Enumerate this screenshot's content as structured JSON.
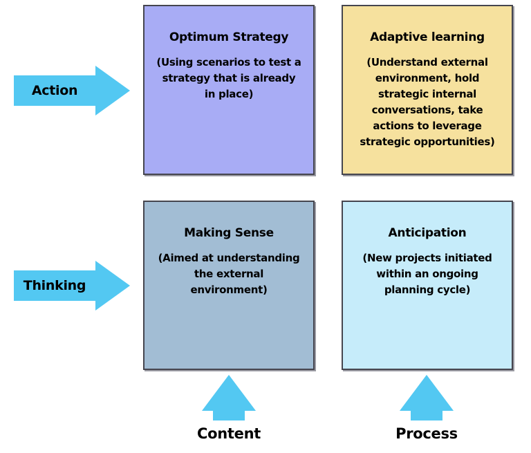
{
  "matrix": {
    "quadrants": [
      {
        "id": "optimum-strategy",
        "title": "Optimum Strategy",
        "description": "(Using scenarios to test a\nstrategy that is already\nin place)",
        "color": "#a8acf5",
        "row": "Action",
        "column": "Content"
      },
      {
        "id": "adaptive-learning",
        "title": "Adaptive learning",
        "description": "(Understand external\nenvironment, hold\nstrategic internal\nconversations, take\nactions to leverage\nstrategic opportunities)",
        "color": "#f6e19e",
        "row": "Action",
        "column": "Process"
      },
      {
        "id": "making-sense",
        "title": "Making Sense",
        "description": "(Aimed at understanding\nthe external\nenvironment)",
        "color": "#a2bdd4",
        "row": "Thinking",
        "column": "Content"
      },
      {
        "id": "anticipation",
        "title": "Anticipation",
        "description": "(New projects initiated\nwithin an ongoing\nplanning cycle)",
        "color": "#c6ecfa",
        "row": "Thinking",
        "column": "Process"
      }
    ],
    "row_labels": [
      {
        "label": "Action"
      },
      {
        "label": "Thinking"
      }
    ],
    "column_labels": [
      {
        "label": "Content"
      },
      {
        "label": "Process"
      }
    ],
    "colors": {
      "arrow": "#53c8f2",
      "box_border": "#45454e",
      "text": "#000000",
      "background": "#ffffff"
    }
  }
}
